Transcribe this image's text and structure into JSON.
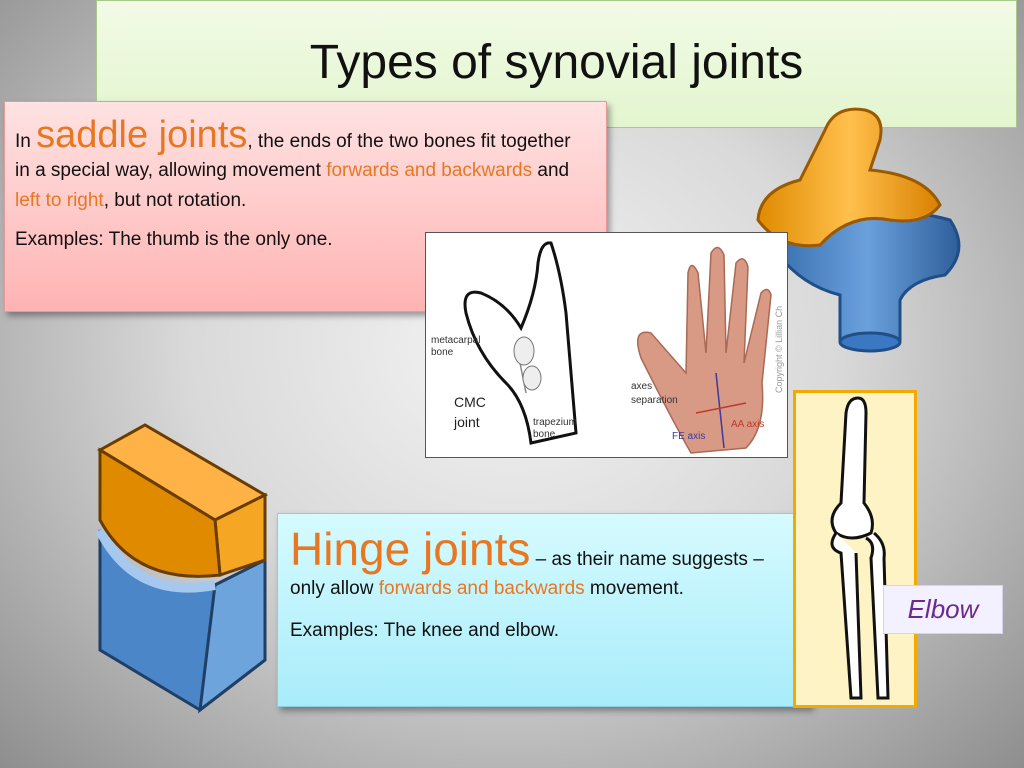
{
  "title": "Types of synovial joints",
  "saddle": {
    "in": "In ",
    "heading": "saddle joints",
    "text1": ", the ends of the two bones fit together in a special way, allowing movement ",
    "highlight1": "forwards and backwards",
    "and": " and ",
    "highlight2": "left to right",
    "text2": ", but not rotation.",
    "examples": "Examples: The thumb is the only one."
  },
  "hinge": {
    "heading": "Hinge joints",
    "text1": " – as their name suggests – only allow ",
    "highlight": "forwards and backwards",
    "text2": " movement.",
    "examples": "Examples: The knee and elbow."
  },
  "figure_labels": {
    "metacarpal": "metacarpal",
    "bone": "bone",
    "cmc": "CMC",
    "joint": "joint",
    "trapezium": "trapezium",
    "trapezium_bone": "bone",
    "axes": "axes",
    "separation": "separation",
    "fe_axis": "FE axis",
    "aa_axis": "AA axis",
    "copyright": "Copyright © Lillian Ch"
  },
  "elbow_label": "Elbow",
  "colors": {
    "accent_orange": "#e87722",
    "saddle_bg": "#ffb3b3",
    "hinge_bg": "#a8ecfa",
    "title_bg": "#e3f5cf",
    "elbow_text": "#6b2a8e",
    "joint_orange": "#f5a623",
    "joint_blue": "#4a86c8"
  }
}
